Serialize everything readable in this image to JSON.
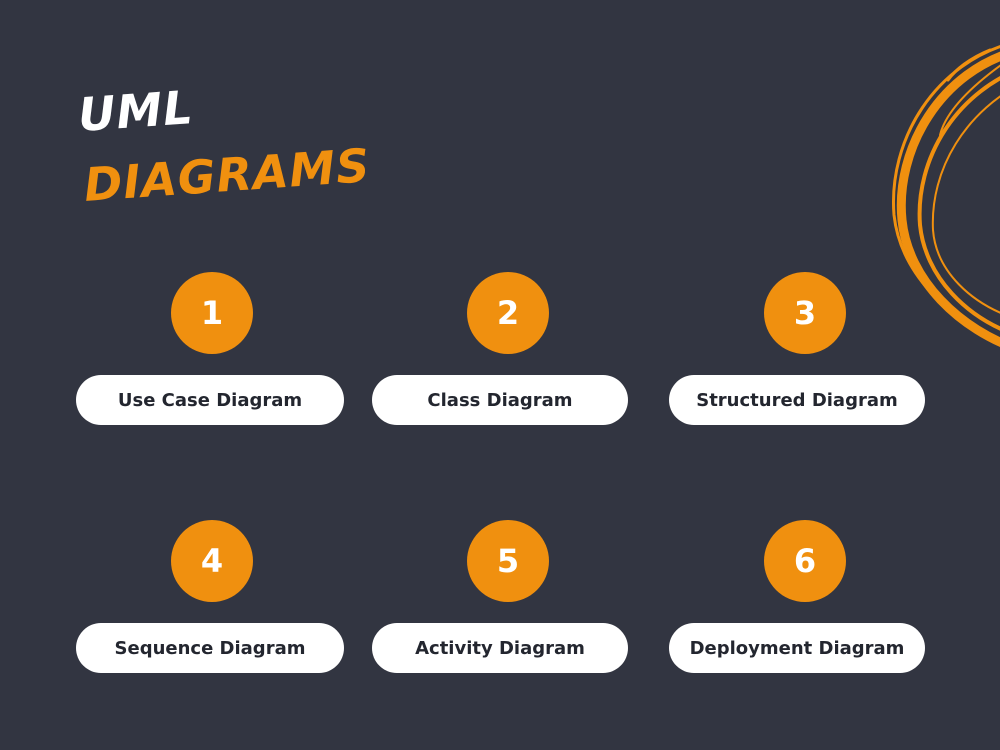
{
  "title": {
    "line1": "UML",
    "line2": "DIAGRAMS"
  },
  "colors": {
    "background": "#323541",
    "accent": "#f0900f",
    "title_white": "#ffffff",
    "pill_bg": "#ffffff",
    "pill_text": "#23262f"
  },
  "items": [
    {
      "number": "1",
      "label": "Use Case Diagram"
    },
    {
      "number": "2",
      "label": "Class Diagram"
    },
    {
      "number": "3",
      "label": "Structured Diagram"
    },
    {
      "number": "4",
      "label": "Sequence Diagram"
    },
    {
      "number": "5",
      "label": "Activity Diagram"
    },
    {
      "number": "6",
      "label": "Deployment Diagram"
    }
  ],
  "decoration": {
    "icon": "brush-stroke-circle-icon"
  }
}
